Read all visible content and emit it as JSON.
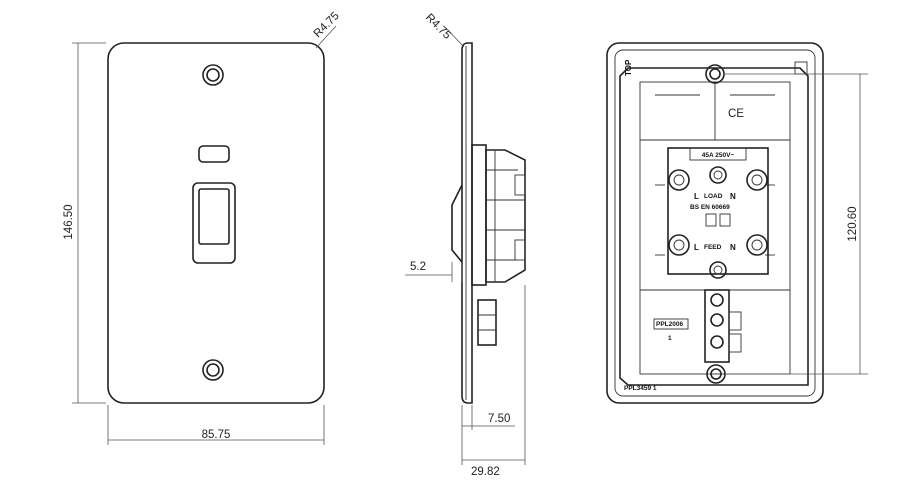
{
  "front_view": {
    "width_dim": "85.75",
    "height_dim": "146.50",
    "radius_dim": "R4.75"
  },
  "side_view": {
    "radius_dim": "R4.75",
    "switch_proj_dim": "5.2",
    "plate_dim": "7.50",
    "depth_dim": "29.82"
  },
  "rear_view": {
    "fixing_centres_dim": "120.60",
    "label_top": "TOP",
    "label_ce": "CE",
    "label_rating": "45A 250V~",
    "label_load_l": "L",
    "label_load": "LOAD",
    "label_load_n": "N",
    "label_bs": "BS  EN  60669",
    "label_feed_l": "L",
    "label_feed": "FEED",
    "label_feed_n": "N",
    "label_ppl2006": "PPL2006",
    "label_one": "1",
    "label_ppl": "PPL3459 1"
  }
}
